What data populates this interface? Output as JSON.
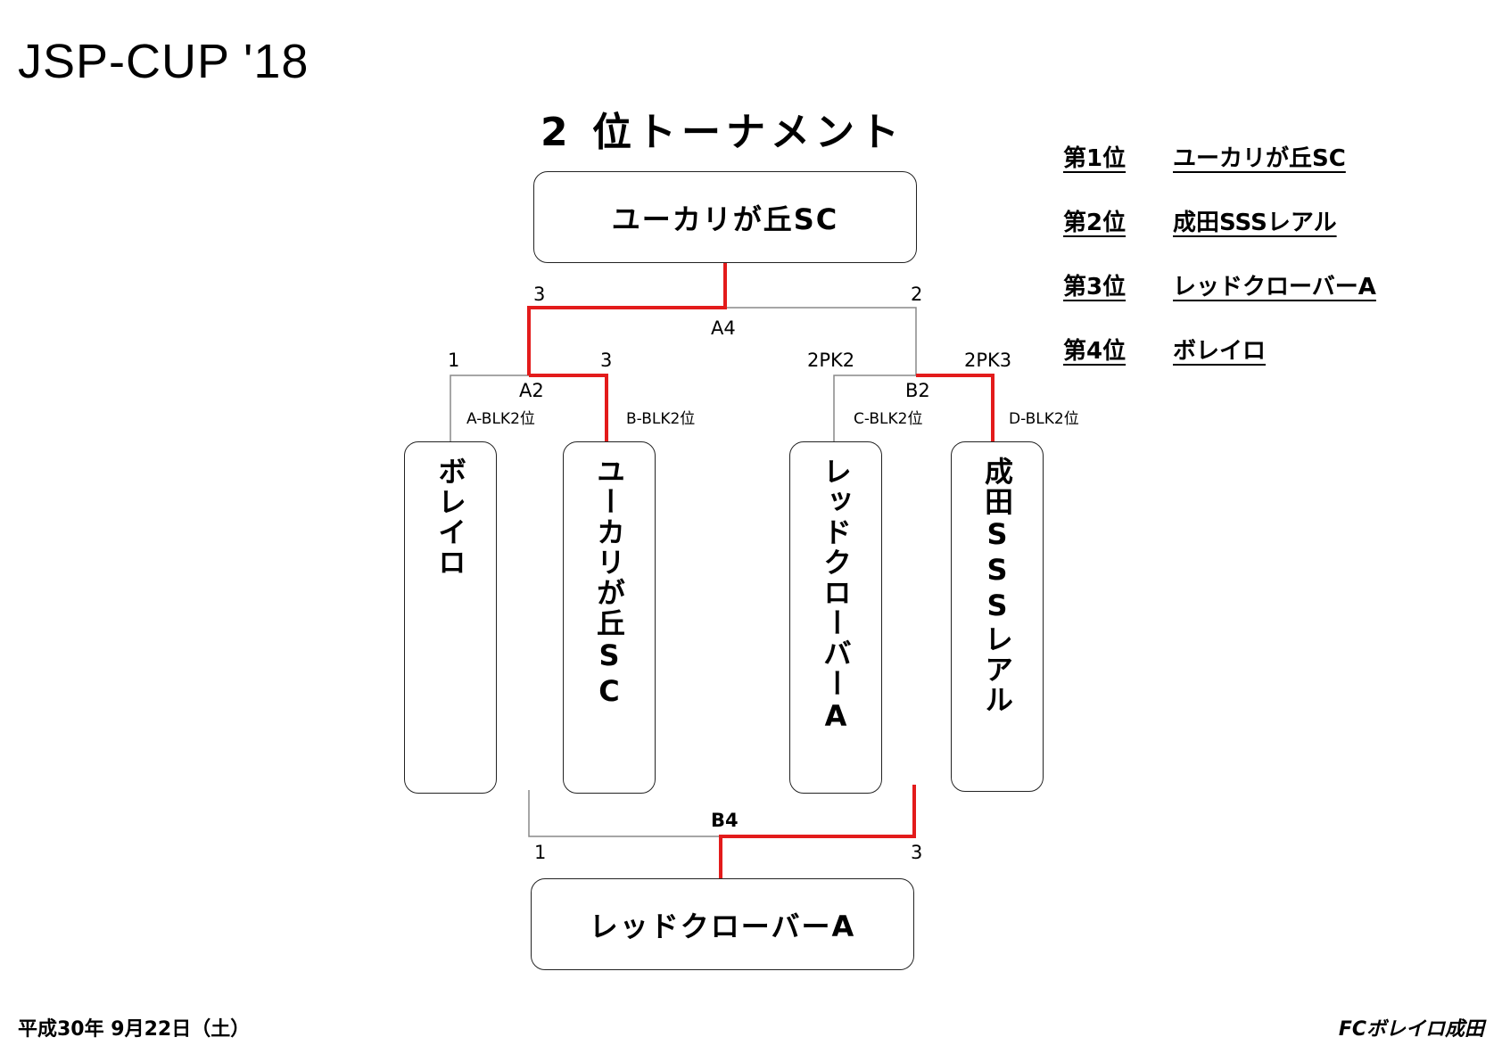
{
  "event_title": "JSP-CUP '18",
  "tournament_title": "2 位トーナメント",
  "winner_box": "ユーカリが丘SC",
  "third_place_box": "レッドクローバーA",
  "first_round_teams": [
    {
      "name": "ボレイロ",
      "block": "A-BLK2位"
    },
    {
      "name": "ユーカリが丘SC",
      "block": "B-BLK2位"
    },
    {
      "name": "レッドクローバーA",
      "block": "C-BLK2位"
    },
    {
      "name": "成田SSSレアル",
      "block": "D-BLK2位"
    }
  ],
  "matches": {
    "A2": {
      "label": "A2",
      "left_score": "1",
      "right_score": "3"
    },
    "B2": {
      "label": "B2",
      "left_score": "2PK2",
      "right_score": "2PK3"
    },
    "A4": {
      "label": "A4",
      "left_score": "3",
      "right_score": "2"
    },
    "B4": {
      "label": "B4",
      "left_score": "1",
      "right_score": "3"
    }
  },
  "standings": [
    {
      "rank": "第1位",
      "team": "ユーカリが丘SC"
    },
    {
      "rank": "第2位",
      "team": "成田SSSレアル"
    },
    {
      "rank": "第3位",
      "team": "レッドクローバーA"
    },
    {
      "rank": "第4位",
      "team": "ボレイロ"
    }
  ],
  "footer": {
    "date": "平成30年 9月22日（土）",
    "organizer": "FCボレイロ成田"
  },
  "colors": {
    "winner_line": "#e31b1b",
    "normal_line": "#888888"
  }
}
